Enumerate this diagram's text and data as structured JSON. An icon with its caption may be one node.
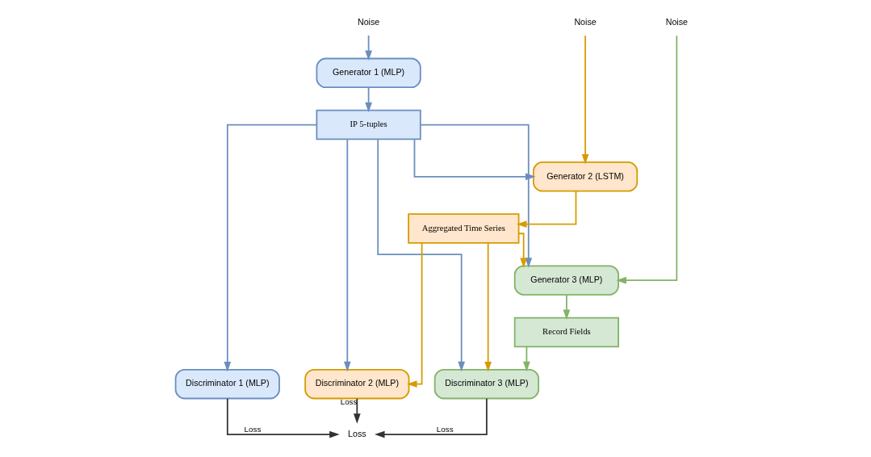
{
  "diagram": {
    "nodes": [
      {
        "text": [
          "Noise"
        ]
      },
      {
        "text": [
          "Noise"
        ]
      },
      {
        "text": [
          "Noise"
        ]
      },
      {
        "text": [
          "Generator 1 (MLP)"
        ]
      },
      {
        "text": [
          "IP 5-tuples"
        ]
      },
      {
        "text": [
          "Discriminator 1 (MLP)"
        ]
      },
      {
        "text": [
          "Generator 2 (LSTM)"
        ]
      },
      {
        "text": [
          "Aggregated Time Series"
        ]
      },
      {
        "text": [
          "Discriminator 2 (MLP)"
        ]
      },
      {
        "text": [
          "Generator 3 (MLP)"
        ]
      },
      {
        "text": [
          "Record Fields"
        ]
      },
      {
        "text": [
          "Discriminator 3 (MLP)"
        ]
      },
      {
        "text": [
          "Loss"
        ]
      }
    ],
    "edges": [
      {
        "from": 0,
        "to": 3,
        "arrow": "to"
      },
      {
        "from": 3,
        "to": 4,
        "arrow": "to"
      },
      {
        "from": 4,
        "to": 5,
        "arrow": "to"
      },
      {
        "from": 4,
        "to": 6,
        "arrow": "to"
      },
      {
        "from": 4,
        "to": 9,
        "arrow": "to"
      },
      {
        "from": 4,
        "to": 8,
        "arrow": "to"
      },
      {
        "from": 4,
        "to": 11,
        "arrow": "to"
      },
      {
        "from": 1,
        "to": 6,
        "arrow": "to",
        "color": "#d79b00"
      },
      {
        "from": 6,
        "to": 7,
        "arrow": "to",
        "color": "#d79b00"
      },
      {
        "from": 7,
        "to": 8,
        "arrow": "to",
        "color": "#d79b00"
      },
      {
        "from": 7,
        "to": 9,
        "arrow": "to",
        "color": "#d79b00"
      },
      {
        "from": 7,
        "to": 11,
        "arrow": "to",
        "color": "#d79b00"
      },
      {
        "from": 2,
        "to": 9,
        "arrow": "to",
        "color": "#82b366"
      },
      {
        "from": 9,
        "to": 10,
        "arrow": "to",
        "color": "#82b366"
      },
      {
        "from": 10,
        "to": 11,
        "arrow": "to",
        "color": "#82b366"
      },
      {
        "from": 5,
        "to": 12,
        "arrow": "to",
        "label": "Loss",
        "color": "#333333"
      },
      {
        "from": 8,
        "to": 12,
        "arrow": "to",
        "label": "Loss",
        "color": "#333333"
      },
      {
        "from": 11,
        "to": 12,
        "arrow": "to",
        "label": "Loss",
        "color": "#333333"
      }
    ]
  }
}
